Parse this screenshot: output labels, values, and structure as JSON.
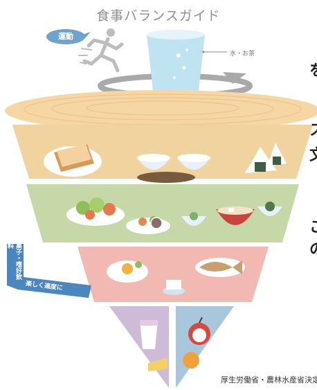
{
  "header": {
    "title": "食事バランスガイド"
  },
  "labels": {
    "exercise": "運動",
    "water_tea": "水・お茶",
    "confectionery_beverages": "菓子・嗜好飲料",
    "enjoy_moderately": "楽しく適度に"
  },
  "side_text": [
    "を",
    "ス",
    "文",
    "こ",
    "の"
  ],
  "footer": {
    "credit": "厚生労働省・農林水産省決定"
  },
  "icons": [
    "running-figure-icon",
    "water-glass-icon",
    "rotation-arrow-icon",
    "toast-icon",
    "rice-bowl-icon",
    "rice-ball-icon",
    "salad-icon",
    "vegetable-dish-icon",
    "small-bowl-icon",
    "soup-bowl-icon",
    "fried-egg-icon",
    "grilled-fish-icon",
    "tofu-icon",
    "milk-glass-icon",
    "cheese-icon",
    "apple-icon",
    "orange-icon"
  ],
  "colors": {
    "top_plate": "#f6d7a3",
    "grains_tier": "#f1d39f",
    "vegetable_tier": "#c6d8a8",
    "protein_tier": "#f2b9b3",
    "dairy_tier": "#cdbbd8",
    "fruit_tier": "#a9c7dc",
    "water": "#bfe3f1",
    "exercise_badge": "#6fa3cc",
    "snack_ribbon": "#4b86bf"
  }
}
